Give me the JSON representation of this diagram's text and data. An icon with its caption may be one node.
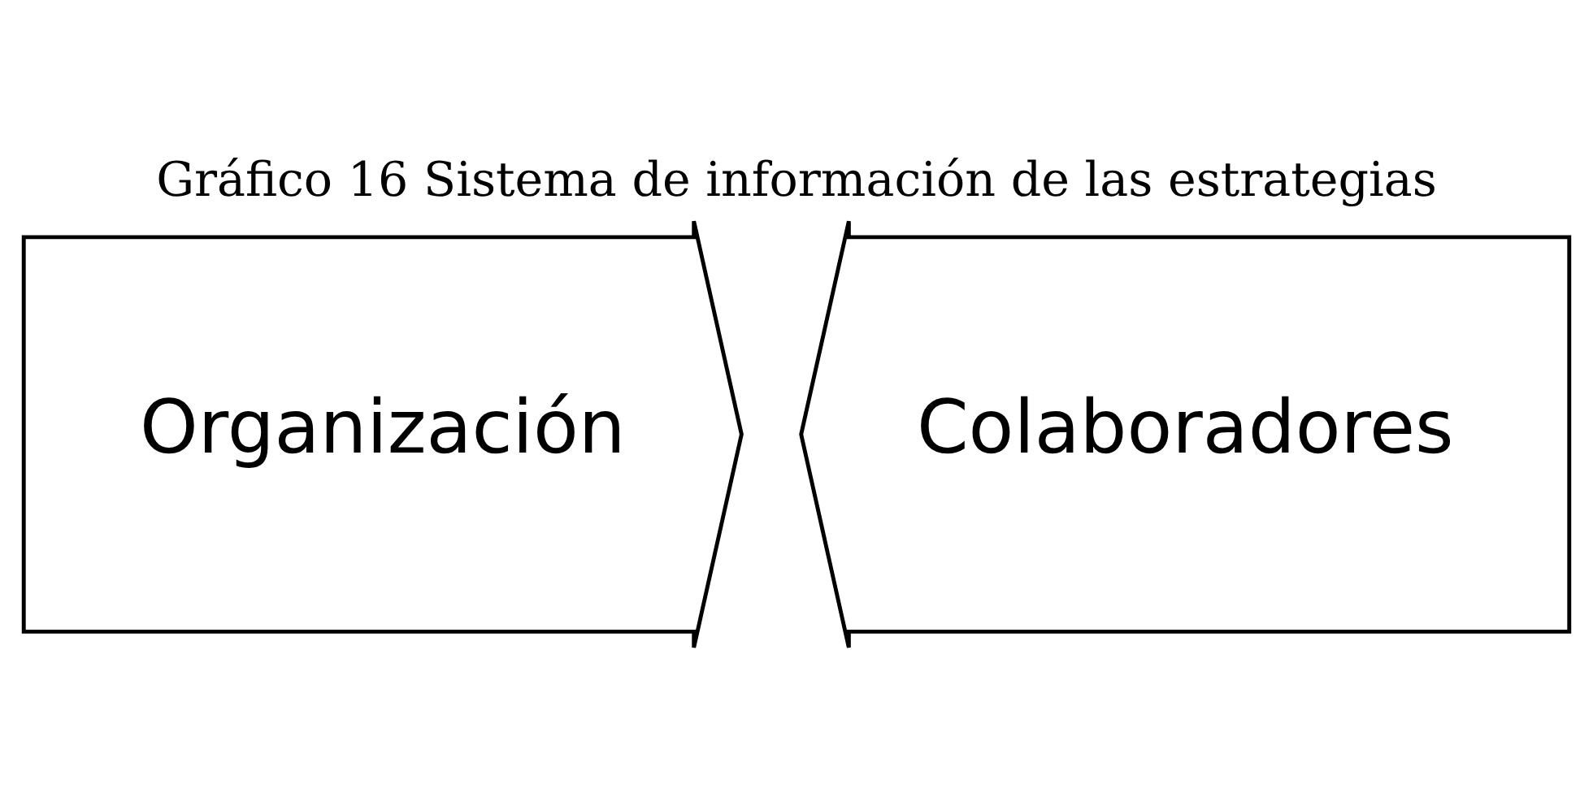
{
  "diagram": {
    "title": "Gráfico 16 Sistema de información de las estrategias",
    "nodes": [
      {
        "text": [
          "Organización"
        ]
      },
      {
        "text": [
          "Colaboradores"
        ]
      }
    ]
  }
}
